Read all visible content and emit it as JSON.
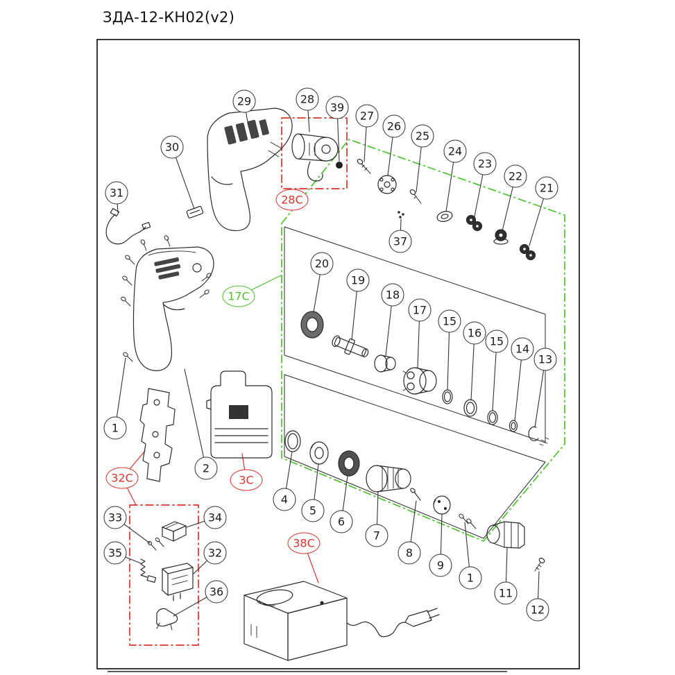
{
  "title": "ЗДА-12-КН02(v2)",
  "colors": {
    "line": "#222222",
    "callout_red": "#d8342c",
    "callout_green": "#4cc32b",
    "background": "#ffffff"
  },
  "balloons": {
    "b29": {
      "label": "29"
    },
    "b28": {
      "label": "28"
    },
    "b39": {
      "label": "39"
    },
    "b27": {
      "label": "27"
    },
    "b26": {
      "label": "26"
    },
    "b25": {
      "label": "25"
    },
    "b24": {
      "label": "24"
    },
    "b23": {
      "label": "23"
    },
    "b22": {
      "label": "22"
    },
    "b21": {
      "label": "21"
    },
    "b30": {
      "label": "30"
    },
    "b31": {
      "label": "31"
    },
    "b28c": {
      "label": "28C"
    },
    "b37": {
      "label": "37"
    },
    "b17c": {
      "label": "17C"
    },
    "b20": {
      "label": "20"
    },
    "b19": {
      "label": "19"
    },
    "b18": {
      "label": "18"
    },
    "b17": {
      "label": "17"
    },
    "b15a": {
      "label": "15"
    },
    "b16": {
      "label": "16"
    },
    "b15b": {
      "label": "15"
    },
    "b14": {
      "label": "14"
    },
    "b13": {
      "label": "13"
    },
    "b1a": {
      "label": "1"
    },
    "b2": {
      "label": "2"
    },
    "b32c": {
      "label": "32C"
    },
    "b3c": {
      "label": "3C"
    },
    "b4": {
      "label": "4"
    },
    "b5": {
      "label": "5"
    },
    "b6": {
      "label": "6"
    },
    "b7": {
      "label": "7"
    },
    "b33": {
      "label": "33"
    },
    "b34": {
      "label": "34"
    },
    "b35": {
      "label": "35"
    },
    "b32": {
      "label": "32"
    },
    "b36": {
      "label": "36"
    },
    "b38c": {
      "label": "38C"
    },
    "b8": {
      "label": "8"
    },
    "b9": {
      "label": "9"
    },
    "b1b": {
      "label": "1"
    },
    "b11": {
      "label": "11"
    },
    "b12": {
      "label": "12"
    }
  }
}
